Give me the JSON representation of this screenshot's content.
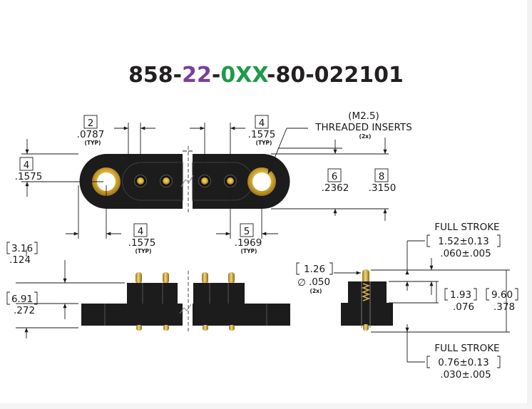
{
  "part_number": {
    "prefix": "858-",
    "code1": "22",
    "sep1": "-",
    "code2": "0XX",
    "suffix": "-80-022101"
  },
  "colors": {
    "title_dark": "#231f20",
    "code1": "#7b3f98",
    "code2": "#1e9a48",
    "body": "#1b1b1b",
    "insert": "#d4a92a",
    "pin": "#c9a232"
  },
  "top_view": {
    "pitch_mm": "2",
    "pitch_in": ".0787",
    "pitch_note": "(TYP)",
    "hole_off_mm": "4",
    "hole_off_in": ".1575",
    "hole_off_note": "(TYP)",
    "thread_spec": "(M2.5)",
    "thread_label": "THREADED INSERTS",
    "thread_count": "(2x)",
    "edge_y_mm": "4",
    "edge_y_in": ".1575",
    "width_a_mm": "6",
    "width_a_in": ".2362",
    "width_b_mm": "8",
    "width_b_in": ".3150",
    "bottom_left_mm": "4",
    "bottom_left_in": ".1575",
    "bottom_left_note": "(TYP)",
    "bottom_right_mm": "5",
    "bottom_right_in": ".1969",
    "bottom_right_note": "(TYP)"
  },
  "side_view": {
    "upper_mm": "3.16",
    "upper_in": ".124",
    "lower_mm": "6.91",
    "lower_in": ".272"
  },
  "end_view": {
    "stroke_top_label": "FULL STROKE",
    "stroke_top_mm": "1.52±0.13",
    "stroke_top_in": ".060±.005",
    "pin_dia_mm": "1.26",
    "pin_dia_symbol": "∅",
    "pin_dia_in": ".050",
    "pin_dia_count": "(2x)",
    "mid_mm": "1.93",
    "mid_in": ".076",
    "total_mm": "9.60",
    "total_in": ".378",
    "stroke_bot_label": "FULL STROKE",
    "stroke_bot_mm": "0.76±0.13",
    "stroke_bot_in": ".030±.005"
  }
}
